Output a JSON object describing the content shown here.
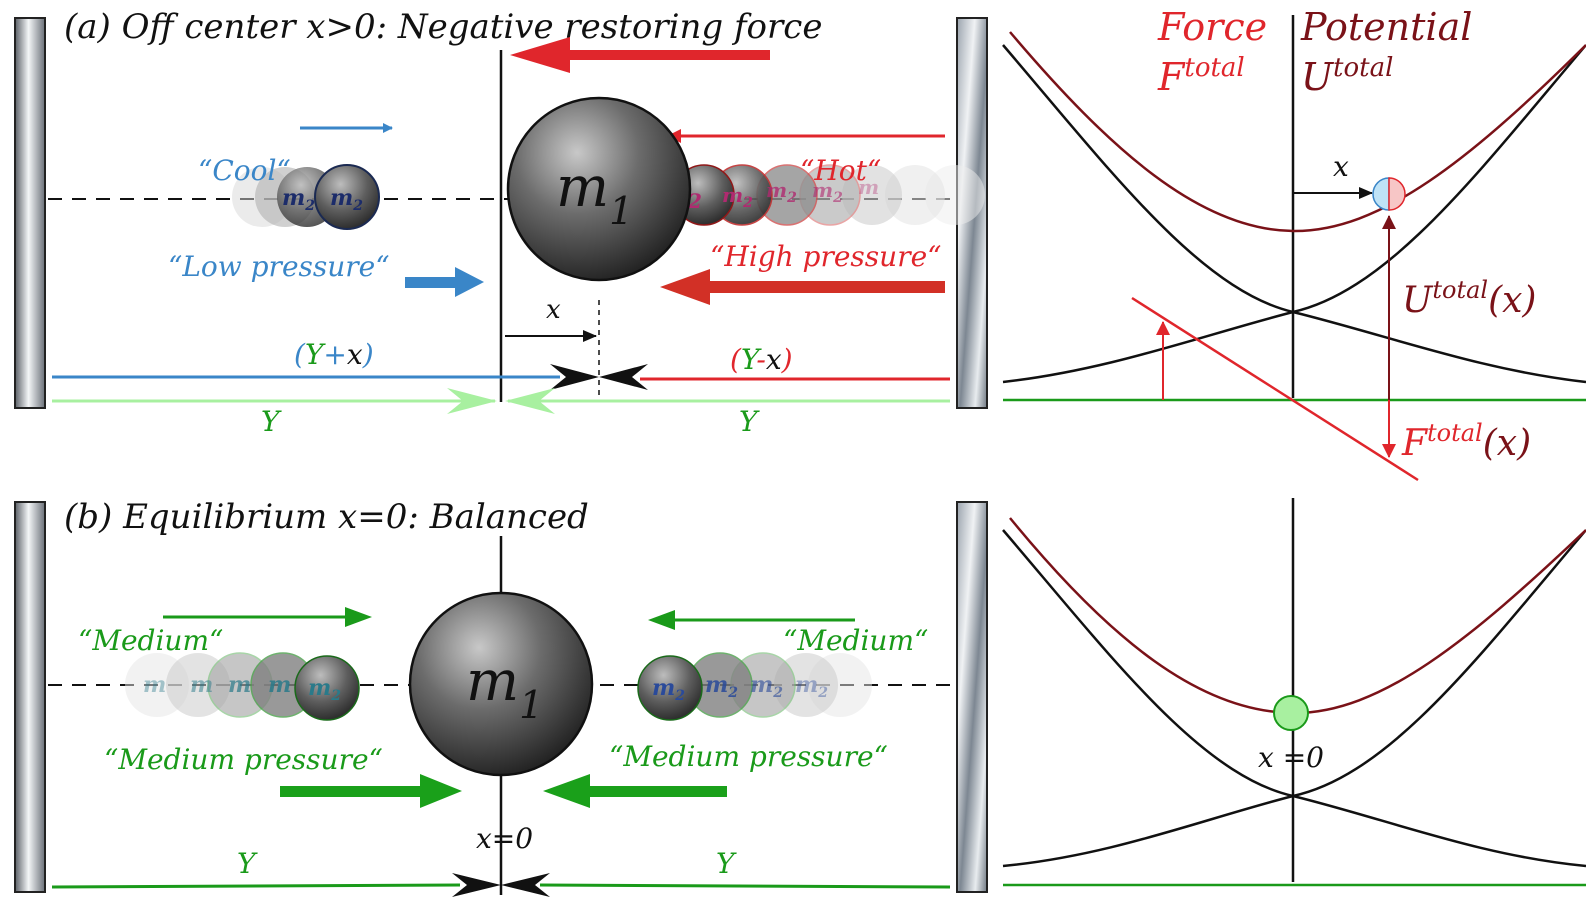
{
  "panel_a": {
    "title": "(a) Off center x>0: Negative restoring force",
    "cool_label": "“Cool“",
    "hot_label": "“Hot“",
    "low_pressure_label": "“Low pressure“",
    "high_pressure_label": "“High pressure“",
    "big_mass_label": "m",
    "big_mass_sub": "1",
    "small_mass_label": "m",
    "small_mass_sub": "2",
    "x_label": "x",
    "left_len_open": "(",
    "left_len_Y": "Y",
    "left_len_plus": "+",
    "left_len_x": "x",
    "left_len_close": ")",
    "right_len_open": "(",
    "right_len_Y": "Y",
    "right_len_minus": "-",
    "right_len_x": "x",
    "right_len_close": ")",
    "y_left": "Y",
    "y_right": "Y"
  },
  "panel_b": {
    "title": "(b) Equilibrium x=0: Balanced",
    "medium_left_label": "“Medium“",
    "medium_right_label": "“Medium“",
    "pressure_left_label": "“Medium pressure“",
    "pressure_right_label": "“Medium pressure“",
    "big_mass_label": "m",
    "big_mass_sub": "1",
    "small_mass_label": "m",
    "small_mass_sub": "2",
    "x0_label": "x=0",
    "y_left": "Y",
    "y_right": "Y"
  },
  "graph_a": {
    "force_title": "Force",
    "force_symbol": "F",
    "force_sup": "total",
    "potential_title": "Potential",
    "potential_symbol": "U",
    "potential_sup": "total",
    "x_label": "x",
    "u_of_x_symbol": "U",
    "u_of_x_sup": "total",
    "u_of_x_arg": "(x)",
    "f_of_x_symbol": "F",
    "f_of_x_sup": "total",
    "f_of_x_arg": "(x)"
  },
  "graph_b": {
    "x0_label": "x =0"
  },
  "colors": {
    "blue": "#3a86c8",
    "red": "#e0262c",
    "dark_red": "#7a1218",
    "green": "#1a9a1a",
    "light_green": "#a8f0a0",
    "black": "#111111"
  }
}
